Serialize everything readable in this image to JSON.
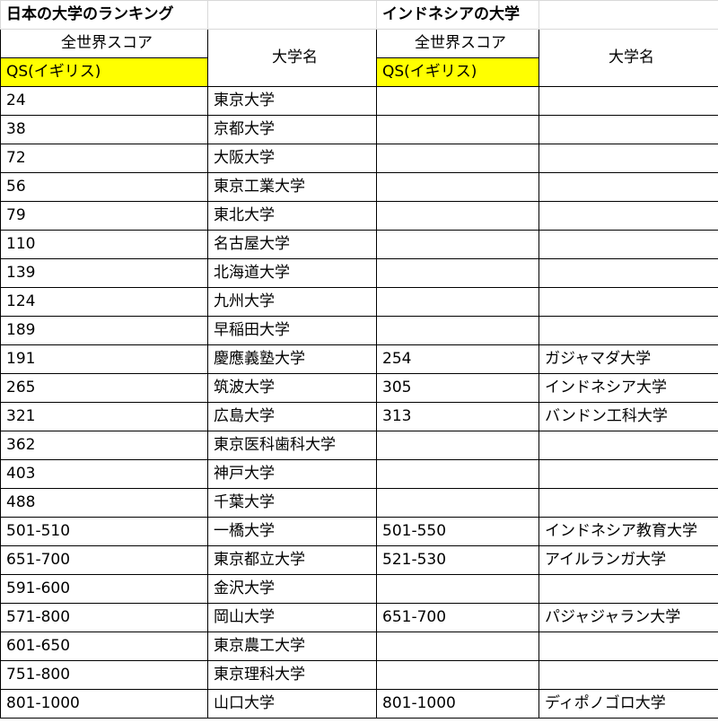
{
  "titles": {
    "japan": "日本の大学のランキング",
    "indonesia": "インドネシアの大学"
  },
  "headers": {
    "world_score": "全世界スコア",
    "qs": "QS(イギリス)",
    "university_name": "大学名"
  },
  "rows": [
    {
      "jp_rank": "24",
      "jp_name": "東京大学",
      "id_rank": "",
      "id_name": ""
    },
    {
      "jp_rank": "38",
      "jp_name": "京都大学",
      "id_rank": "",
      "id_name": ""
    },
    {
      "jp_rank": "72",
      "jp_name": "大阪大学",
      "id_rank": "",
      "id_name": ""
    },
    {
      "jp_rank": "56",
      "jp_name": "東京工業大学",
      "id_rank": "",
      "id_name": ""
    },
    {
      "jp_rank": "79",
      "jp_name": "東北大学",
      "id_rank": "",
      "id_name": ""
    },
    {
      "jp_rank": "110",
      "jp_name": "名古屋大学",
      "id_rank": "",
      "id_name": ""
    },
    {
      "jp_rank": "139",
      "jp_name": "北海道大学",
      "id_rank": "",
      "id_name": ""
    },
    {
      "jp_rank": "124",
      "jp_name": "九州大学",
      "id_rank": "",
      "id_name": ""
    },
    {
      "jp_rank": "189",
      "jp_name": "早稲田大学",
      "id_rank": "",
      "id_name": ""
    },
    {
      "jp_rank": "191",
      "jp_name": "慶應義塾大学",
      "id_rank": "254",
      "id_name": "ガジャマダ大学"
    },
    {
      "jp_rank": "265",
      "jp_name": "筑波大学",
      "id_rank": "305",
      "id_name": "インドネシア大学"
    },
    {
      "jp_rank": "321",
      "jp_name": "広島大学",
      "id_rank": "313",
      "id_name": "バンドン工科大学"
    },
    {
      "jp_rank": "362",
      "jp_name": "東京医科歯科大学",
      "id_rank": "",
      "id_name": ""
    },
    {
      "jp_rank": "403",
      "jp_name": "神戸大学",
      "id_rank": "",
      "id_name": ""
    },
    {
      "jp_rank": "488",
      "jp_name": "千葉大学",
      "id_rank": "",
      "id_name": ""
    },
    {
      "jp_rank": "501-510",
      "jp_name": "一橋大学",
      "id_rank": "501-550",
      "id_name": "インドネシア教育大学"
    },
    {
      "jp_rank": "651-700",
      "jp_name": "東京都立大学",
      "id_rank": "521-530",
      "id_name": "アイルランガ大学"
    },
    {
      "jp_rank": "591-600",
      "jp_name": "金沢大学",
      "id_rank": "",
      "id_name": ""
    },
    {
      "jp_rank": "571-800",
      "jp_name": "岡山大学",
      "id_rank": "651-700",
      "id_name": "パジャジャラン大学"
    },
    {
      "jp_rank": "601-650",
      "jp_name": "東京農工大学",
      "id_rank": "",
      "id_name": ""
    },
    {
      "jp_rank": "751-800",
      "jp_name": "東京理科大学",
      "id_rank": "",
      "id_name": ""
    },
    {
      "jp_rank": "801-1000",
      "jp_name": "山口大学",
      "id_rank": "801-1000",
      "id_name": "ディポノゴロ大学"
    }
  ],
  "colors": {
    "qs_highlight": "#ffff00",
    "grid_border": "#000000"
  }
}
